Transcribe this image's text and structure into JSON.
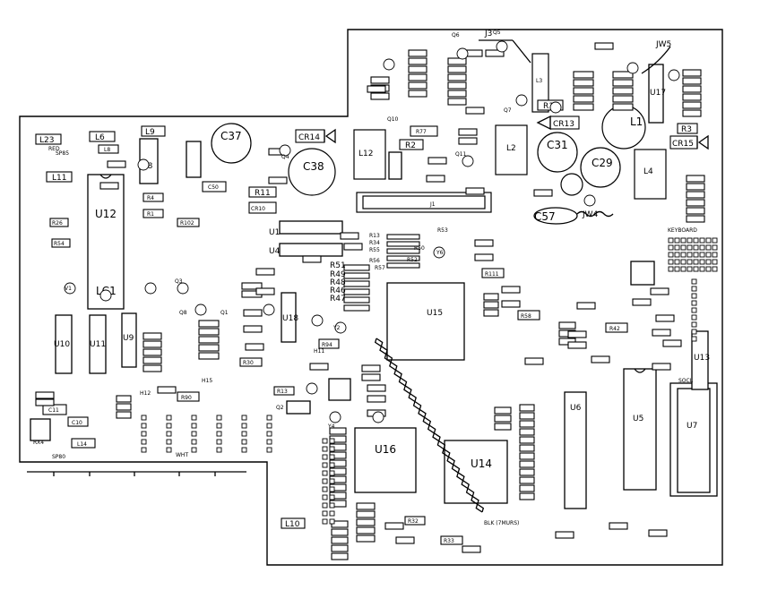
{
  "title": "",
  "ics": [
    {
      "label": "U12"
    },
    {
      "label": "LC1"
    },
    {
      "label": "U10"
    },
    {
      "label": "U11"
    },
    {
      "label": "U9"
    },
    {
      "label": "U8"
    },
    {
      "label": "U1"
    },
    {
      "label": "U4"
    },
    {
      "label": "U18"
    },
    {
      "label": "U15"
    },
    {
      "label": "U16"
    },
    {
      "label": "U14"
    },
    {
      "label": "U6"
    },
    {
      "label": "U5"
    },
    {
      "label": "U7"
    },
    {
      "label": "U13"
    },
    {
      "label": "U17"
    },
    {
      "label": "L12"
    },
    {
      "label": "L2"
    },
    {
      "label": "L3"
    },
    {
      "label": "L4"
    },
    {
      "label": "J1"
    }
  ],
  "caps": [
    {
      "label": "C37"
    },
    {
      "label": "C38"
    },
    {
      "label": "C31"
    },
    {
      "label": "C29"
    },
    {
      "label": "C57"
    }
  ],
  "diodes": [
    {
      "label": "CR14"
    },
    {
      "label": "CR13"
    },
    {
      "label": "CR15"
    },
    {
      "label": "CR10"
    }
  ],
  "resistors": [
    {
      "label": "L23"
    },
    {
      "label": "L6"
    },
    {
      "label": "L8"
    },
    {
      "label": "L9"
    },
    {
      "label": "L11"
    },
    {
      "label": "R2"
    },
    {
      "label": "R11"
    },
    {
      "label": "R10"
    },
    {
      "label": "R3"
    },
    {
      "label": "R77"
    },
    {
      "label": "C50"
    },
    {
      "label": "C11"
    },
    {
      "label": "C10"
    },
    {
      "label": "L14"
    },
    {
      "label": "R26"
    },
    {
      "label": "R54"
    },
    {
      "label": "R102"
    },
    {
      "label": "R4"
    },
    {
      "label": "R1"
    },
    {
      "label": "R32"
    },
    {
      "label": "R33"
    },
    {
      "label": "R90"
    },
    {
      "label": "R42"
    },
    {
      "label": "R58"
    },
    {
      "label": "R111"
    },
    {
      "label": "R94"
    },
    {
      "label": "R13"
    },
    {
      "label": "L10"
    },
    {
      "label": "R30"
    }
  ],
  "text_labels": [
    {
      "label": "J3"
    },
    {
      "label": "JW5"
    },
    {
      "label": "JW4"
    },
    {
      "label": "L1"
    },
    {
      "label": "V1"
    },
    {
      "label": "Y2"
    },
    {
      "label": "Y4"
    },
    {
      "label": "Y6"
    },
    {
      "label": "Q1"
    },
    {
      "label": "Q2"
    },
    {
      "label": "Q3"
    },
    {
      "label": "Q4"
    },
    {
      "label": "Q5"
    },
    {
      "label": "Q6"
    },
    {
      "label": "Q7"
    },
    {
      "label": "Q8"
    },
    {
      "label": "Q10"
    },
    {
      "label": "Q11"
    },
    {
      "label": "R51"
    },
    {
      "label": "R49"
    },
    {
      "label": "R48"
    },
    {
      "label": "R46"
    },
    {
      "label": "R47"
    },
    {
      "label": "R13"
    },
    {
      "label": "R34"
    },
    {
      "label": "R55"
    },
    {
      "label": "R56"
    },
    {
      "label": "R57"
    },
    {
      "label": "R50"
    },
    {
      "label": "R53"
    },
    {
      "label": "R52"
    },
    {
      "label": "H11"
    },
    {
      "label": "H12"
    },
    {
      "label": "H15"
    },
    {
      "label": "KEYBOARD"
    },
    {
      "label": "SOCL"
    },
    {
      "label": "SP80"
    },
    {
      "label": "SP85"
    },
    {
      "label": "RX4"
    },
    {
      "label": "RED"
    },
    {
      "label": "BLK (7MURS)"
    },
    {
      "label": "WHT"
    }
  ]
}
